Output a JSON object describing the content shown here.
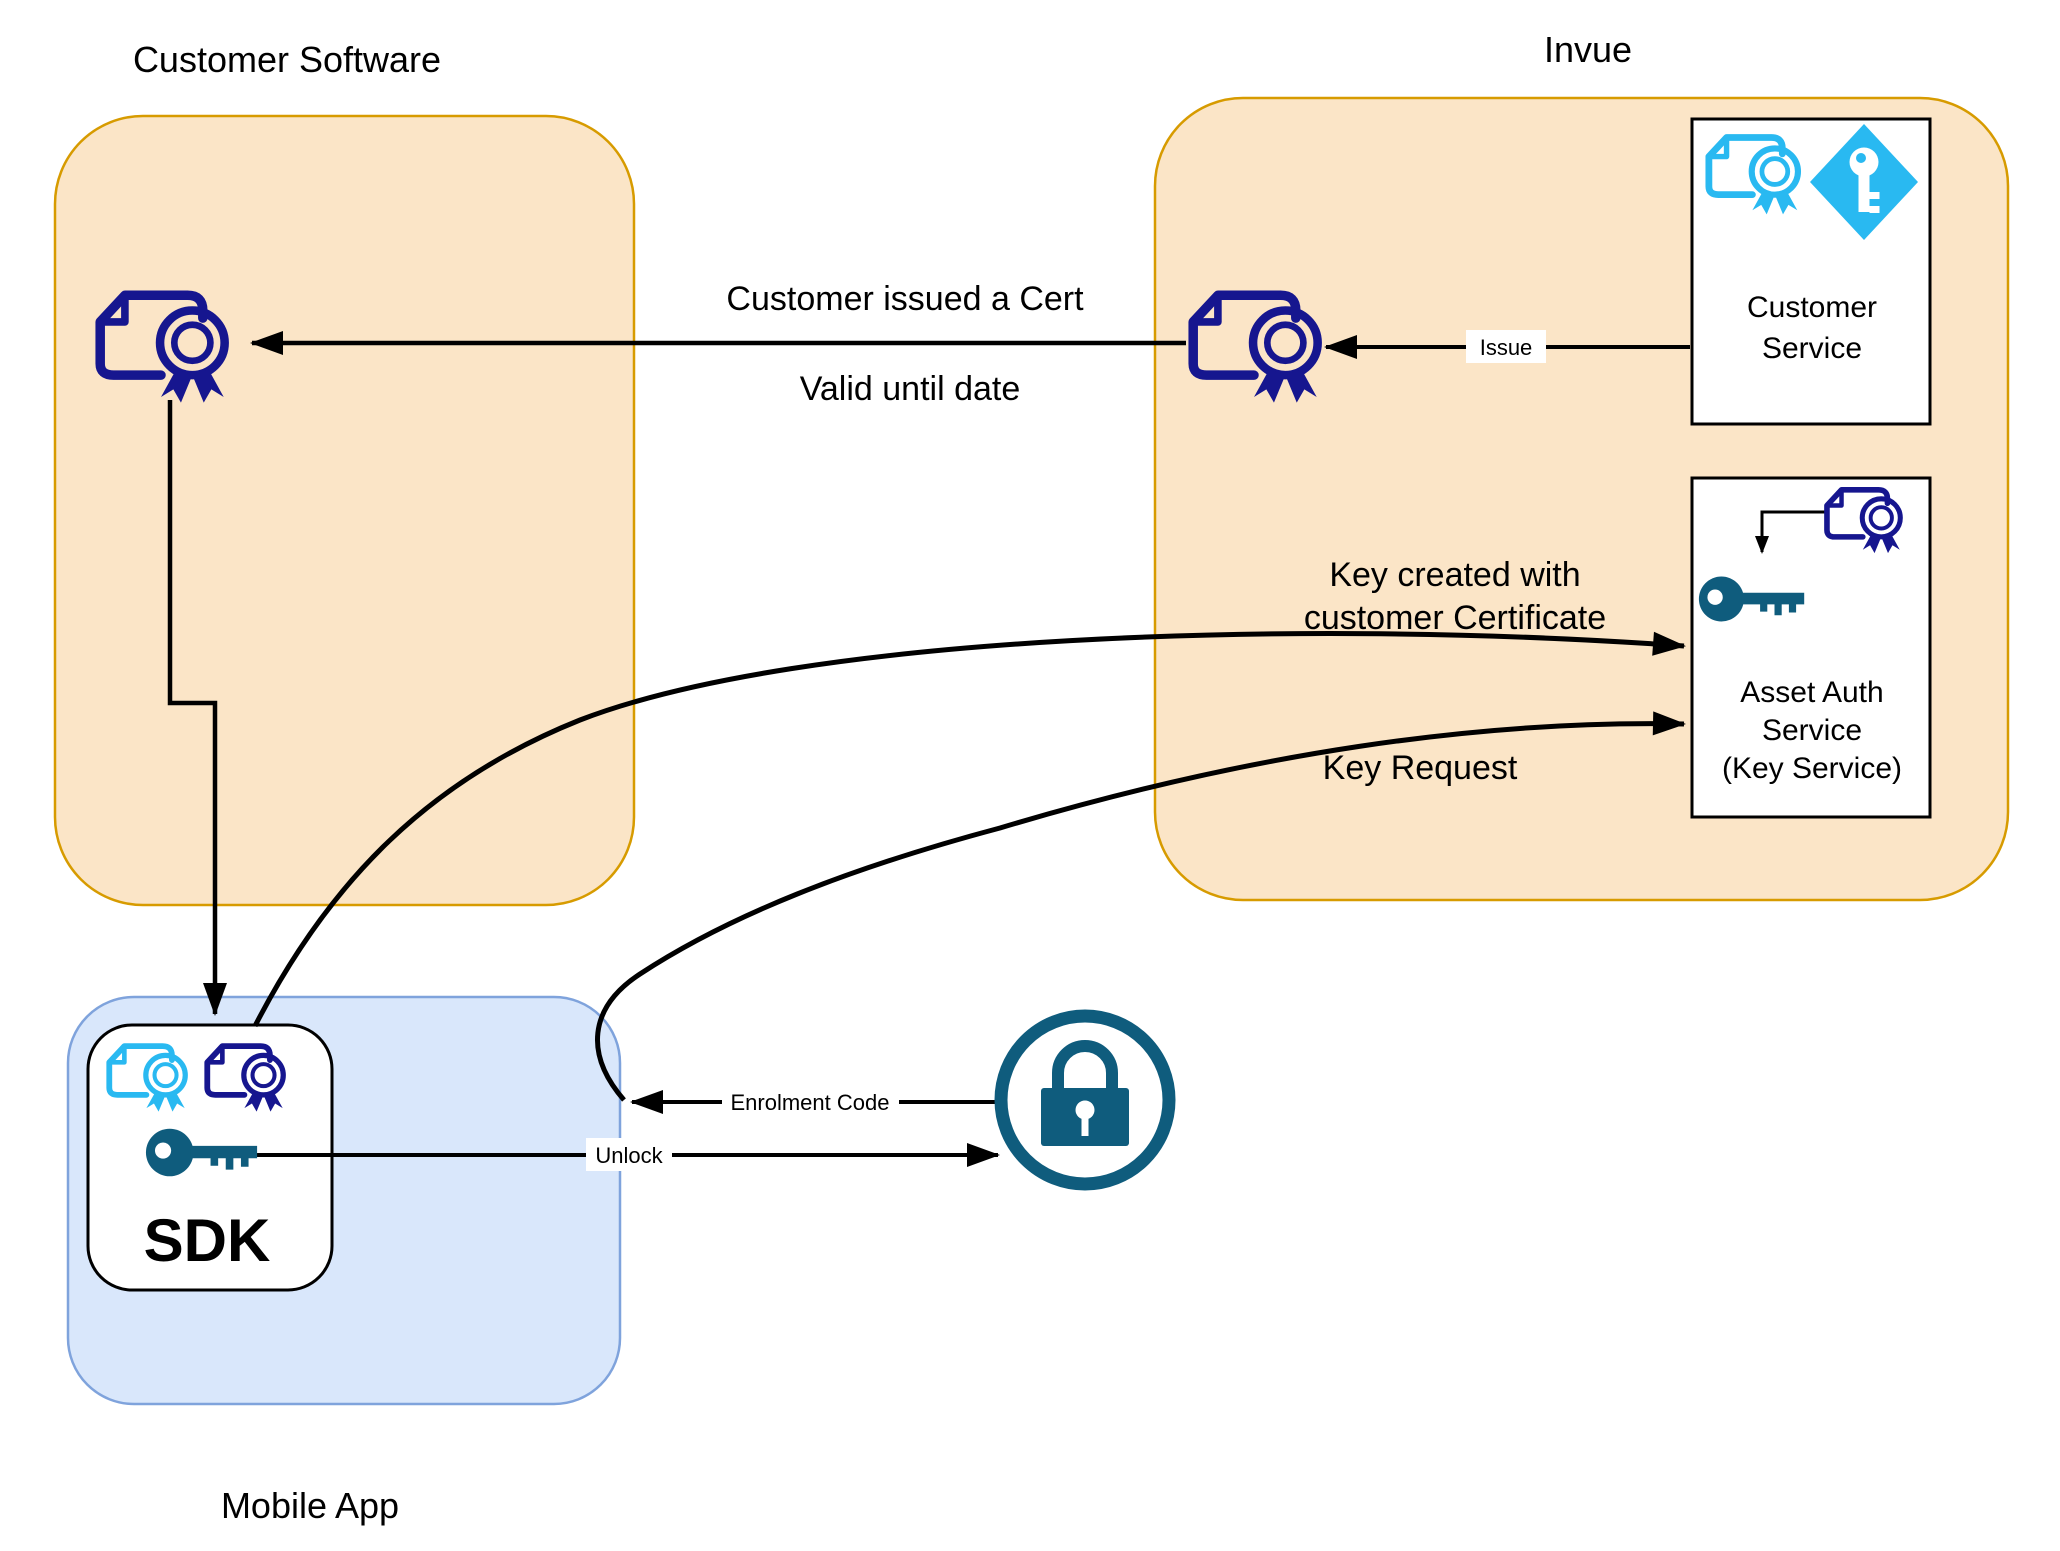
{
  "regions": {
    "customer_software": {
      "label": "Customer Software"
    },
    "invue": {
      "label": "Invue"
    },
    "mobile_app": {
      "label": "Mobile App"
    }
  },
  "nodes": {
    "customer_service": {
      "line1": "Customer",
      "line2": "Service"
    },
    "asset_auth_service": {
      "line1": "Asset Auth",
      "line2": "Service",
      "line3": "(Key Service)"
    },
    "sdk": {
      "label": "SDK"
    }
  },
  "edges": {
    "issue": {
      "label": "Issue"
    },
    "cert_issued": {
      "label_top": "Customer issued a Cert",
      "label_bottom": "Valid until date"
    },
    "key_created": {
      "label_line1": "Key created with",
      "label_line2": "customer Certificate"
    },
    "key_request": {
      "label": "Key Request"
    },
    "enrolment_code": {
      "label": "Enrolment Code"
    },
    "unlock": {
      "label": "Unlock"
    }
  },
  "icons": {
    "certificate": "certificate-icon",
    "key": "key-icon",
    "key_diamond": "key-diamond-icon",
    "lock": "lock-icon"
  },
  "colors": {
    "region_fill_orange": "#FBE5C7",
    "region_stroke_orange": "#D79B00",
    "region_fill_blue": "#D9E7FB",
    "region_stroke_blue": "#7FA3DC",
    "node_fill": "#FFFFFF",
    "node_stroke": "#000000",
    "cert_navy": "#16168F",
    "cert_cyan": "#29B9F1",
    "key_teal": "#0F5C7D",
    "lock_teal": "#0F5C7D",
    "arrow_black": "#000000"
  }
}
